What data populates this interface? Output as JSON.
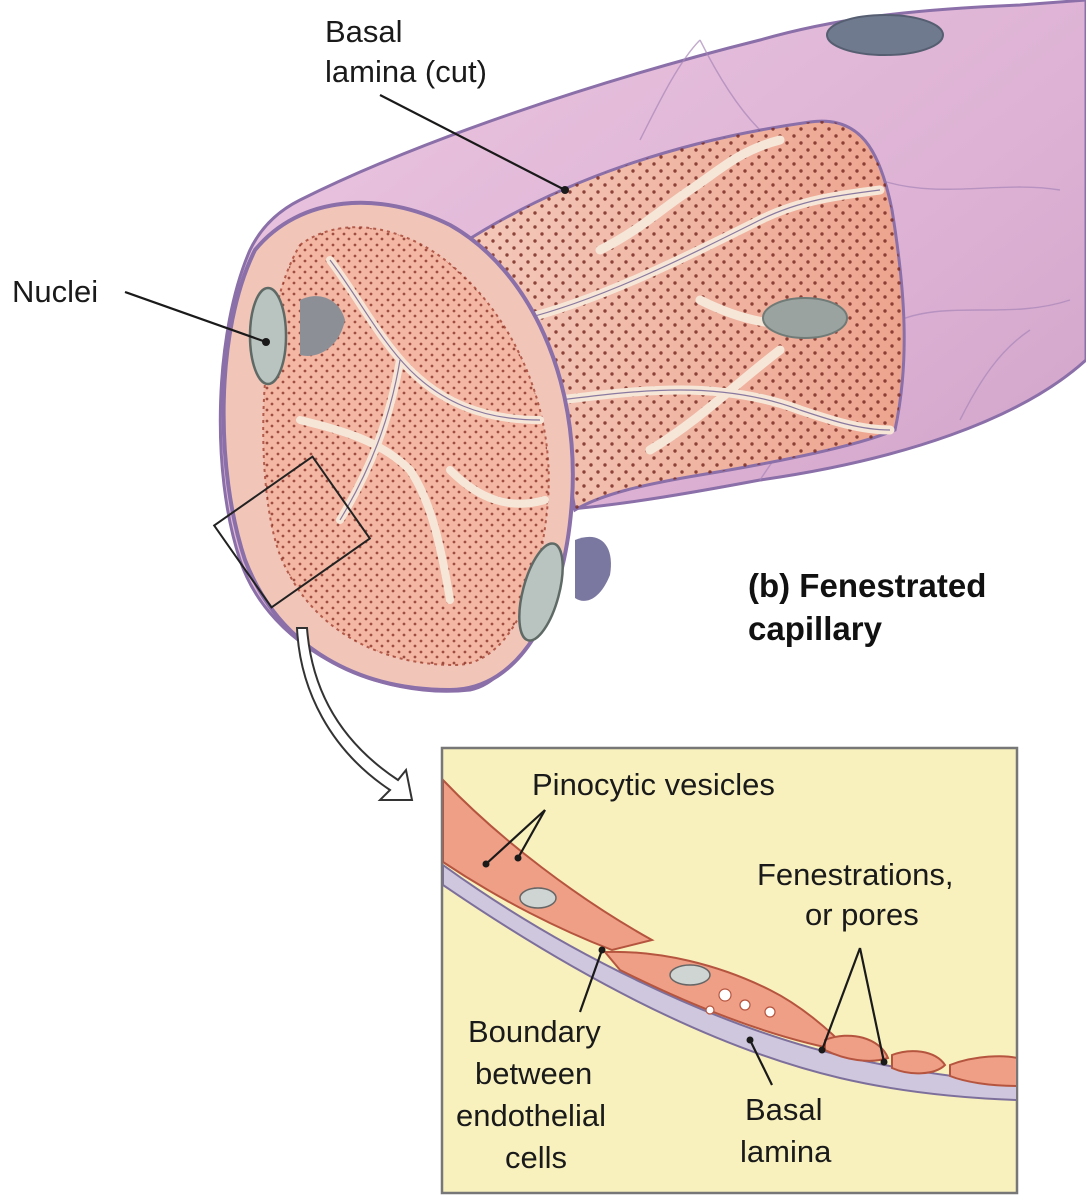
{
  "labels": {
    "basal_lamina_cut": [
      "Basal",
      "lamina (cut)"
    ],
    "nuclei": "Nuclei",
    "caption": [
      "(b) Fenestrated",
      "capillary"
    ],
    "pinocytic_vesicles": "Pinocytic vesicles",
    "fenestrations": [
      "Fenestrations,",
      "or pores"
    ],
    "boundary": [
      "Boundary",
      "between",
      "endothelial",
      "cells"
    ],
    "basal_lamina": [
      "Basal",
      "lamina"
    ]
  },
  "colors": {
    "outer_tube": "#e3bcd9",
    "outer_tube_edge": "#8a6fa8",
    "endothelium": "#ee9f86",
    "endothelium_dark": "#e08068",
    "junction_lines": "#f7e9dc",
    "nucleus": "#b9c3c0",
    "inset_background": "#f8f1bd"
  }
}
